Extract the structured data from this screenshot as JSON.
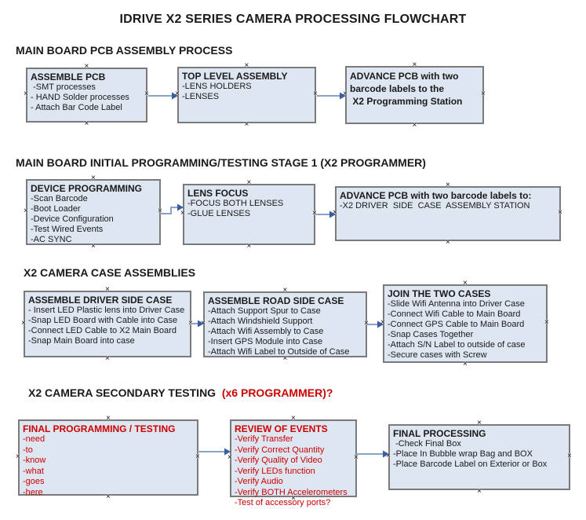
{
  "title": "IDRIVE X2  SERIES CAMERA PROCESSING FLOWCHART",
  "colors": {
    "box_fill": "#dee6f2",
    "box_border": "#7a7a7a",
    "arrow_line": "#8ba3c7",
    "arrow_head": "#3a5fa0",
    "alert_red": "#cc0000",
    "text": "#1a1a1a"
  },
  "sections": [
    {
      "heading": "MAIN BOARD PCB ASSEMBLY PROCESS",
      "boxes": [
        {
          "title": "ASSEMBLE PCB",
          "items": [
            " -SMT processes",
            "- HAND Solder processes",
            "- Attach Bar Code Label"
          ]
        },
        {
          "title": "TOP LEVEL ASSEMBLY",
          "items": [
            "-LENS HOLDERS",
            "-LENSES"
          ]
        },
        {
          "title": "ADVANCE PCB with two\nbarcode labels to the\n X2 Programming Station",
          "items": []
        }
      ]
    },
    {
      "heading": "MAIN BOARD INITIAL PROGRAMMING/TESTING STAGE 1 (X2 PROGRAMMER)",
      "boxes": [
        {
          "title": "DEVICE PROGRAMMING",
          "items": [
            "-Scan Barcode",
            "-Boot Loader",
            "-Device Configuration",
            "-Test Wired Events",
            "-AC SYNC"
          ]
        },
        {
          "title": "LENS FOCUS",
          "items": [
            "-FOCUS BOTH LENSES",
            "-GLUE LENSES"
          ]
        },
        {
          "title": "ADVANCE PCB with two barcode labels to:",
          "items": [
            "-X2 DRIVER  SIDE  CASE  ASSEMBLY STATION"
          ]
        }
      ]
    },
    {
      "heading": "X2 CAMERA CASE ASSEMBLIES",
      "boxes": [
        {
          "title": "ASSEMBLE DRIVER SIDE CASE",
          "items": [
            "- Insert LED Plastic lens into Driver Case",
            "-Snap LED Board with Cable into Case",
            "-Connect LED Cable to X2 Main Board",
            "-Snap Main Board into case"
          ]
        },
        {
          "title": "ASSEMBLE ROAD SIDE CASE",
          "items": [
            "-Attach Support Spur to Case",
            "-Attach Windshield Support",
            "-Attach Wifi Assembly to Case",
            "-Insert GPS Module into Case",
            "-Attach Wifi Label to Outside of Case"
          ]
        },
        {
          "title": "JOIN THE TWO CASES",
          "items": [
            "-Slide Wifi Antenna into Driver Case",
            "-Connect Wifi Cable to Main Board",
            "-Connect GPS Cable to Main Board",
            "-Snap Cases Together",
            "-Attach S/N Label to outside of case",
            "-Secure cases with Screw"
          ]
        }
      ]
    },
    {
      "heading": "X2 CAMERA SECONDARY TESTING  ",
      "heading_suffix": "(x6 PROGRAMMER)?",
      "boxes": [
        {
          "title": "FINAL PROGRAMMING / TESTING",
          "items": [
            "-need",
            "-to",
            "-know",
            "-what",
            "-goes",
            "-here"
          ]
        },
        {
          "title": "REVIEW OF EVENTS",
          "items": [
            "-Verify Transfer",
            "-Verify Correct Quantity",
            "-Verify Quality of Video",
            "-Verify LEDs function",
            "-Verify Audio",
            "-Verify BOTH Accelerometers",
            "-Test of accessory ports?"
          ]
        },
        {
          "title": "FINAL PROCESSING",
          "items": [
            " -Check Final Box",
            "-Place In Bubble wrap Bag and BOX",
            "-Place Barcode Label on Exterior or Box"
          ]
        }
      ]
    }
  ]
}
